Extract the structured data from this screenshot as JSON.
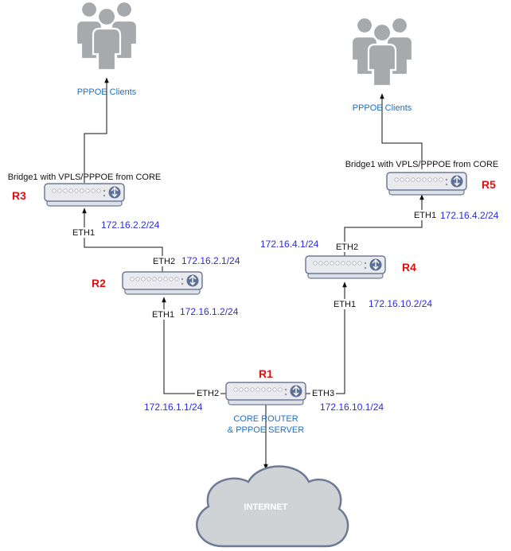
{
  "clients": {
    "left_label": "PPPOE Clients",
    "right_label": "PPPOE Clients"
  },
  "routers": {
    "r1": {
      "name": "R1",
      "caption_line1": "CORE ROUTER",
      "caption_line2": "& PPPOE SERVER"
    },
    "r2": {
      "name": "R2"
    },
    "r3": {
      "name": "R3",
      "bridge_label": "Bridge1 with VPLS/PPPOE from CORE"
    },
    "r4": {
      "name": "R4"
    },
    "r5": {
      "name": "R5",
      "bridge_label": "Bridge1 with VPLS/PPPOE from CORE"
    }
  },
  "interfaces": {
    "r1_eth2": "ETH2",
    "r1_eth3": "ETH3",
    "r2_eth1": "ETH1",
    "r2_eth2": "ETH2",
    "r3_eth1": "ETH1",
    "r4_eth1": "ETH1",
    "r4_eth2": "ETH2",
    "r5_eth1": "ETH1"
  },
  "addresses": {
    "r1_eth2": "172.16.1.1/24",
    "r1_eth3": "172.16.10.1/24",
    "r2_eth1": "172.16.1.2/24",
    "r2_eth2": "172.16.2.1/24",
    "r3_eth1": "172.16.2.2/24",
    "r4_eth1": "172.16.10.2/24",
    "r4_eth2": "172.16.4.1/24",
    "r5_eth1": "172.16.4.2/24"
  },
  "internet": {
    "label": "INTERNET"
  },
  "colors": {
    "ip_text": "#2b2bdc",
    "router_name": "#e01010",
    "caption": "#1f6fbf",
    "cloud_fill": "#d0d3d6",
    "cloud_stroke": "#6d7a96",
    "router_outline": "#6d7a96",
    "people_fill": "#a7aaad"
  },
  "icons": {
    "router": "router-icon",
    "users": "users-group-icon",
    "cloud": "cloud-icon"
  }
}
